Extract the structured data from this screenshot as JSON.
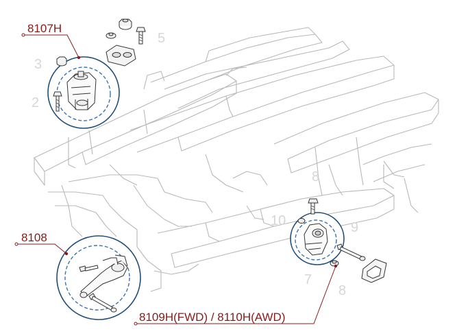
{
  "callouts": {
    "upper_mount": "8107H",
    "rear_mount": "8108",
    "side_mount": "8109H(FWD) / 8110H(AWD)"
  },
  "ghost_numbers": {
    "n5": "5",
    "n3": "3",
    "n2": "2",
    "n8a": "8",
    "n10": "10",
    "n9": "9",
    "n7": "7",
    "n8b": "8"
  },
  "colors": {
    "callout_text": "#8b1a1a",
    "leader_line": "#8b1a1a",
    "detail_circle": "#1f4e79",
    "dashed_ring": "#3a72b0",
    "frame_lines": "#b8b8b8",
    "part_lines": "#333333"
  }
}
